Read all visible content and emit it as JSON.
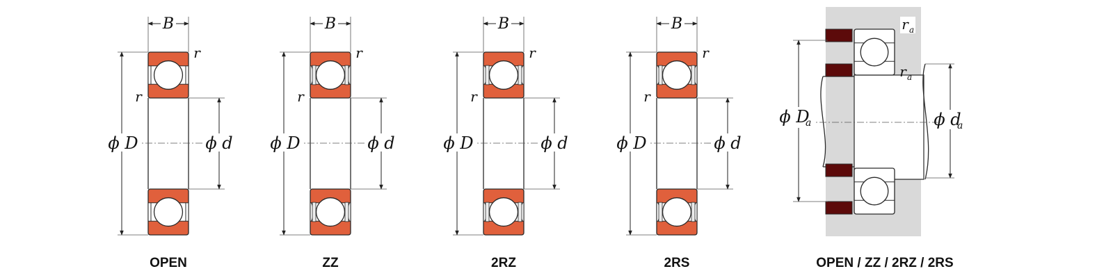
{
  "colors": {
    "ring": "#e0603c",
    "ring_dark": "#c94a28",
    "shoulder": "#5c0a0a",
    "housing": "#d9d9d9",
    "line": "#2a2a2a",
    "ball": "#ffffff"
  },
  "labels": {
    "B": "B",
    "r": "r",
    "phi": "ϕ",
    "D": "D",
    "d": "d",
    "r_italic": "r",
    "a_sub": "a"
  },
  "bearings": [
    {
      "caption": "OPEN",
      "seal": "none"
    },
    {
      "caption": "ZZ",
      "seal": "shield"
    },
    {
      "caption": "2RZ",
      "seal": "rubber"
    },
    {
      "caption": "2RS",
      "seal": "rubber"
    }
  ],
  "mounting": {
    "caption": "OPEN / ZZ / 2RZ / 2RS",
    "label_ra": "r",
    "label_Da": "D",
    "label_da": "d",
    "sub": "a"
  }
}
